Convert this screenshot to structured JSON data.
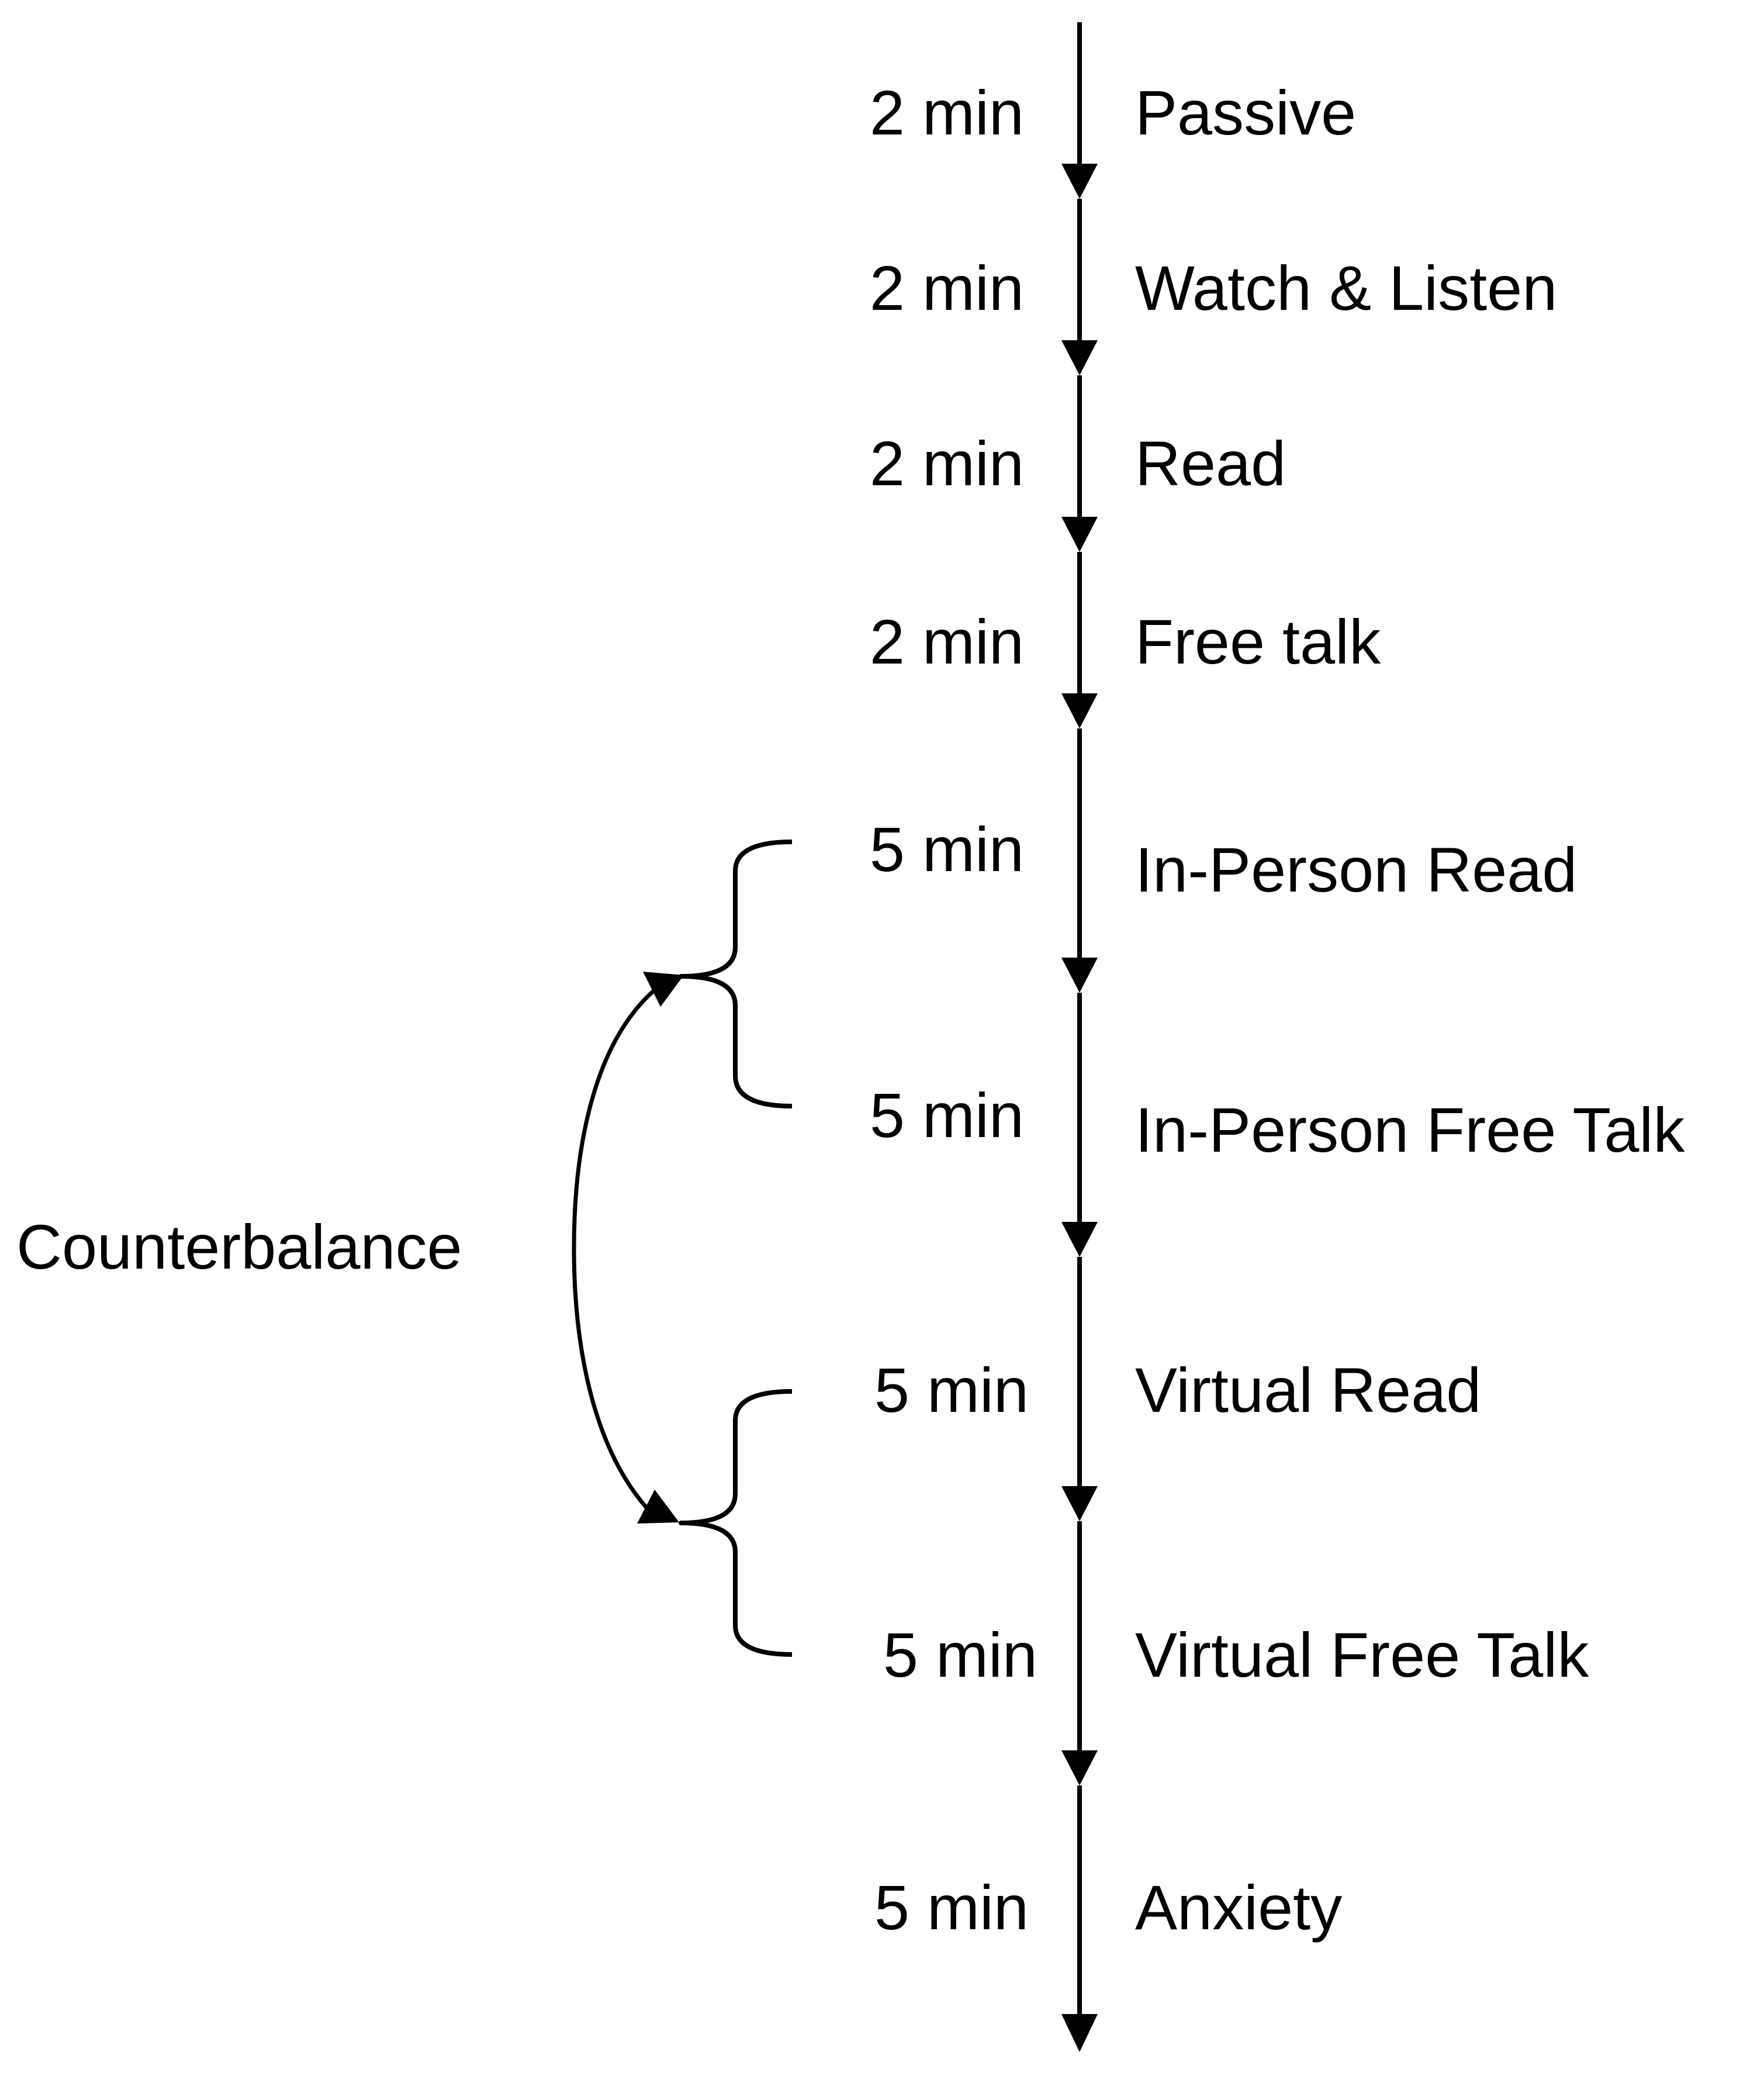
{
  "steps": [
    {
      "duration": "2 min",
      "label": "Passive"
    },
    {
      "duration": "2 min",
      "label": "Watch & Listen"
    },
    {
      "duration": "2 min",
      "label": "Read"
    },
    {
      "duration": "2 min",
      "label": "Free talk"
    },
    {
      "duration": "5 min",
      "label": "In-Person Read"
    },
    {
      "duration": "5 min",
      "label": "In-Person Free Talk"
    },
    {
      "duration": "5 min",
      "label": "Virtual Read"
    },
    {
      "duration": "5 min",
      "label": "Virtual Free Talk"
    },
    {
      "duration": "5 min",
      "label": "Anxiety"
    }
  ],
  "counterbalance_label": "Counterbalance",
  "colors": {
    "line": "#000000",
    "text": "#000000",
    "background": "#ffffff"
  }
}
